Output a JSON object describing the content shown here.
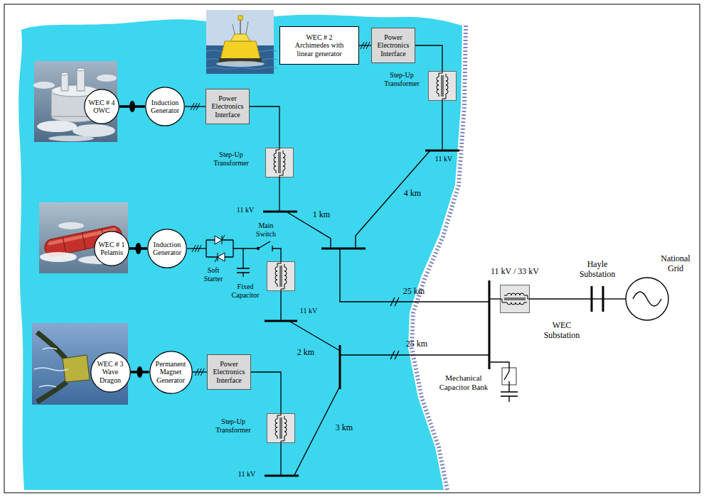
{
  "diagram": {
    "nodes": [
      {
        "text": [
          "WEC # 2 Archimedes with linear generator"
        ]
      },
      {
        "text": [
          "Power Electronics Interface"
        ]
      },
      {
        "text": [
          "WEC # 4 OWC"
        ]
      },
      {
        "text": [
          "Induction Generator"
        ]
      },
      {
        "text": [
          "Power Electronics Interface"
        ]
      },
      {
        "text": [
          "WEC # 1 Pelamis"
        ]
      },
      {
        "text": [
          "Induction Generator"
        ]
      },
      {
        "text": [
          "WEC # 3 Wave Dragon"
        ]
      },
      {
        "text": [
          "Permanent Magnet Generator"
        ]
      },
      {
        "text": [
          "Power Electronics Interface"
        ]
      }
    ],
    "edges": [
      {
        "from": 0,
        "to": 1,
        "arrow": "none"
      },
      {
        "from": 2,
        "to": 3,
        "arrow": "none"
      },
      {
        "from": 3,
        "to": 4,
        "arrow": "none"
      },
      {
        "from": 5,
        "to": 6,
        "arrow": "none"
      },
      {
        "from": 7,
        "to": 8,
        "arrow": "none"
      },
      {
        "from": 8,
        "to": 9,
        "arrow": "none"
      }
    ],
    "labels": [
      "Step-Up Transformer",
      "11 kV",
      "4 km",
      "Step-Up Transformer",
      "11 kV",
      "1 km",
      "Main Switch",
      "Soft Starter",
      "Fixed Capacitor",
      "11 kV",
      "2 km",
      "Step-Up Transformer",
      "11 kV",
      "3 km",
      "25 km",
      "25 km",
      "11 kV / 33 kV",
      "Hayle Substation",
      "National Grid",
      "WEC Substation",
      "Mechanical Capacitor Bank"
    ]
  }
}
